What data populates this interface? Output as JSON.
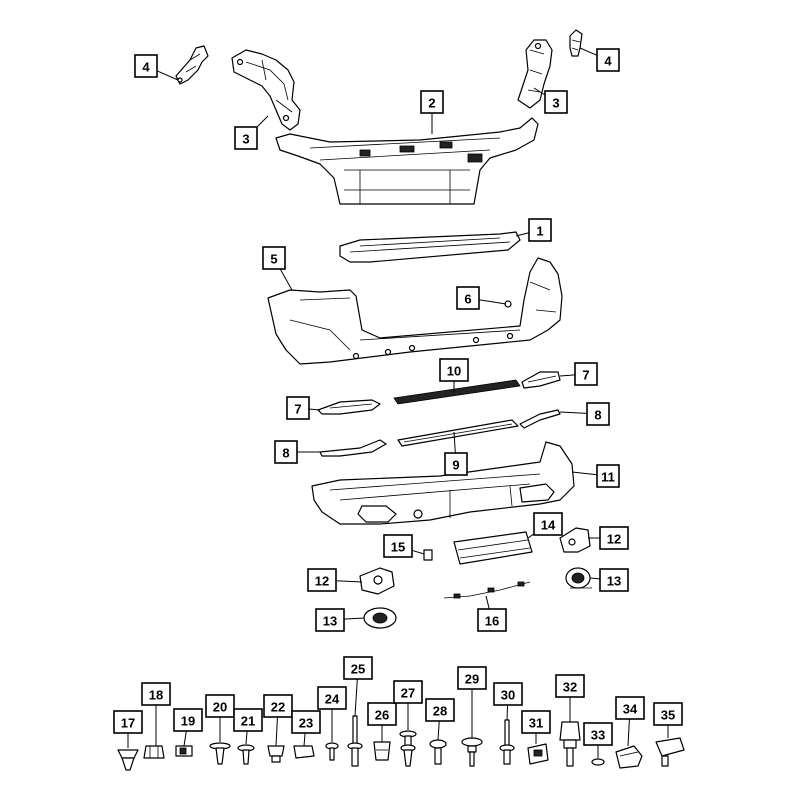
{
  "callouts": [
    {
      "id": "c4a",
      "label": "4"
    },
    {
      "id": "c3a",
      "label": "3"
    },
    {
      "id": "c2",
      "label": "2"
    },
    {
      "id": "c3b",
      "label": "3"
    },
    {
      "id": "c4b",
      "label": "4"
    },
    {
      "id": "c1",
      "label": "1"
    },
    {
      "id": "c5",
      "label": "5"
    },
    {
      "id": "c6",
      "label": "6"
    },
    {
      "id": "c10",
      "label": "10"
    },
    {
      "id": "c7a",
      "label": "7"
    },
    {
      "id": "c7b",
      "label": "7"
    },
    {
      "id": "c8a",
      "label": "8"
    },
    {
      "id": "c8b",
      "label": "8"
    },
    {
      "id": "c9",
      "label": "9"
    },
    {
      "id": "c11",
      "label": "11"
    },
    {
      "id": "c14",
      "label": "14"
    },
    {
      "id": "c12a",
      "label": "12"
    },
    {
      "id": "c15",
      "label": "15"
    },
    {
      "id": "c12b",
      "label": "12"
    },
    {
      "id": "c13a",
      "label": "13"
    },
    {
      "id": "c13b",
      "label": "13"
    },
    {
      "id": "c16",
      "label": "16"
    },
    {
      "id": "c17",
      "label": "17"
    },
    {
      "id": "c18",
      "label": "18"
    },
    {
      "id": "c19",
      "label": "19"
    },
    {
      "id": "c20",
      "label": "20"
    },
    {
      "id": "c21",
      "label": "21"
    },
    {
      "id": "c22",
      "label": "22"
    },
    {
      "id": "c23",
      "label": "23"
    },
    {
      "id": "c24",
      "label": "24"
    },
    {
      "id": "c25",
      "label": "25"
    },
    {
      "id": "c26",
      "label": "26"
    },
    {
      "id": "c27",
      "label": "27"
    },
    {
      "id": "c28",
      "label": "28"
    },
    {
      "id": "c29",
      "label": "29"
    },
    {
      "id": "c30",
      "label": "30"
    },
    {
      "id": "c31",
      "label": "31"
    },
    {
      "id": "c32",
      "label": "32"
    },
    {
      "id": "c33",
      "label": "33"
    },
    {
      "id": "c34",
      "label": "34"
    },
    {
      "id": "c35",
      "label": "35"
    }
  ]
}
